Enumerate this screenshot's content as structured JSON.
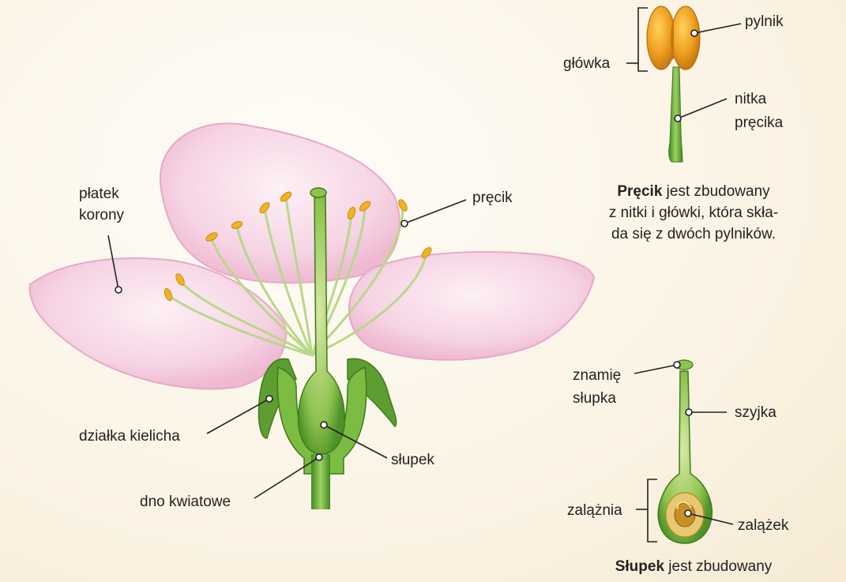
{
  "labels": {
    "petal_l1": "płatek",
    "petal_l2": "korony",
    "sepal": "działka kielicha",
    "receptacle": "dno kwiatowe",
    "stamen": "pręcik",
    "pistil": "słupek",
    "anther": "pylnik",
    "head": "główka",
    "filament_l1": "nitka",
    "filament_l2": "pręcika",
    "stigma_l1": "znamię",
    "stigma_l2": "słupka",
    "style": "szyjka",
    "ovary": "zalążnia",
    "ovule": "zalążek"
  },
  "captions": {
    "stamen_bold": "Pręcik",
    "stamen_l1": " jest zbudowany",
    "stamen_l2": "z nitki i główki, która skła-",
    "stamen_l3": "da się z dwóch pylników.",
    "pistil_bold": "Słupek",
    "pistil_l1": " jest zbudowany"
  },
  "colors": {
    "petal": "#f5c9df",
    "stem": "#6fae3c",
    "anther": "#f0a820",
    "ovule": "#d29a2a"
  }
}
